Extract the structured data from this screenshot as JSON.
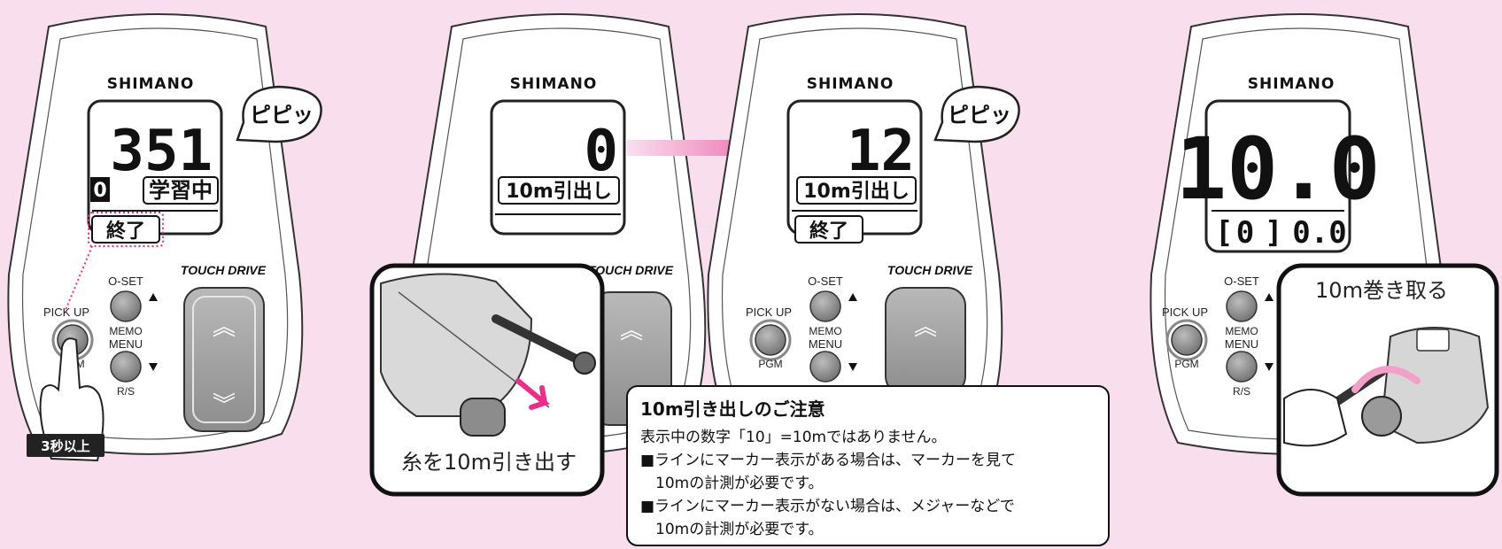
{
  "device_brand": "SHIMANO",
  "touch_drive_label": "TOUCH DRIVE",
  "buttons": {
    "pick_up": "PICK UP",
    "pgm": "PGM",
    "o_set": "O-SET",
    "memo": "MEMO",
    "menu": "MENU",
    "rs": "R/S"
  },
  "panel1": {
    "lcd_number": "351",
    "lcd_mode_digit": "0",
    "lcd_mode_text": "学習中",
    "lcd_end_text": "終了",
    "beep": "ピピッ",
    "hold_badge": "3秒以上"
  },
  "panel2": {
    "lcd_number": "0",
    "lcd_sub_text": "10m引出し",
    "inset_caption": "糸を10m引き出す"
  },
  "panel3": {
    "lcd_number": "12",
    "lcd_sub_text": "10m引出し",
    "lcd_end_text": "終了",
    "beep": "ピピッ"
  },
  "panel4": {
    "lcd_number": "10.0",
    "lcd_bottom_left": "0",
    "lcd_bottom_right": "0.0",
    "inset_caption": "10m巻き取る"
  },
  "note": {
    "title": "10m引き出しのご注意",
    "lines": [
      "表示中の数字「10」=10mではありません。",
      "■ラインにマーカー表示がある場合は、マーカーを見て",
      "　10mの計測が必要です。",
      "■ラインにマーカー表示がない場合は、メジャーなどで",
      "　10mの計測が必要です。"
    ]
  },
  "colors": {
    "background": "#f9dfee",
    "accent_pink": "#e8308a",
    "badge_dark": "#222222"
  }
}
